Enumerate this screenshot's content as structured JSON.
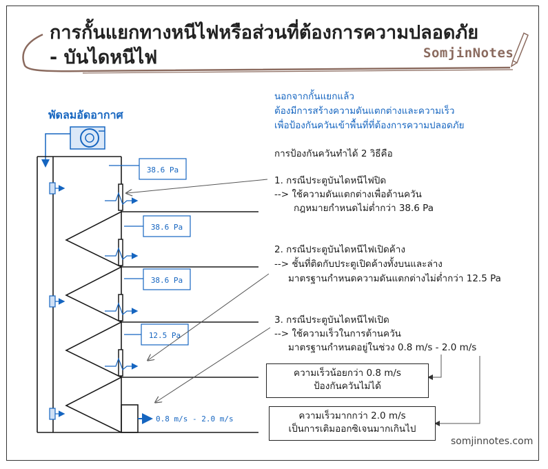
{
  "title": {
    "line1": "การกั้นแยกทางหนีไฟหรือส่วนที่ต้องการความปลอดภัย",
    "line2": "- บันไดหนีไฟ"
  },
  "brand": "SomjinNotes",
  "fan_label": "พัดลมอัดอากาศ",
  "note": {
    "line1": "นอกจากกั้นแยกแล้ว",
    "line2": "ต้องมีการสร้างความดันแตกต่างและความเร็ว",
    "line3": "เพื่อป้องกันควันเข้าพื้นที่ที่ต้องการความปลอดภัย"
  },
  "methods_heading": "การป้องกันควันทำได้ 2 วิธีคือ",
  "case1": {
    "title": "1. กรณีประตูบันไดหนีไฟปิด",
    "line1": "--> ใช้ความดันแตกต่างเพื่อต้านควัน",
    "line2": "กฎหมายกำหนดไม่ต่ำกว่า 38.6 Pa"
  },
  "case2": {
    "title": "2. กรณีประตูบันไดหนีไฟเปิดค้าง",
    "line1": "--> ชั้นที่ติดกับประตูเปิดค้างทั้งบนและล่าง",
    "line2": "มาตรฐานกำหนดความดันแตกต่างไม่ต่ำกว่า 12.5 Pa"
  },
  "case3": {
    "title": "3. กรณีประตูบันไดหนีไฟเปิด",
    "line1": "--> ใช้ความเร็วในการต้านควัน",
    "line2": "มาตรฐานกำหนดอยู่ในช่วง 0.8 m/s - 2.0 m/s"
  },
  "box_low": {
    "line1": "ความเร็วน้อยกว่า 0.8 m/s",
    "line2": "ป้องกันควันไม่ได้"
  },
  "box_high": {
    "line1": "ความเร็วมากกว่า 2.0 m/s",
    "line2": "เป็นการเติมออกซิเจนมากเกินไป"
  },
  "pressure_labels": [
    "38.6 Pa",
    "38.6 Pa",
    "38.6 Pa",
    "12.5 Pa"
  ],
  "velocity_label": "0.8 m/s - 2.0 m/s",
  "footer": "somjinnotes.com",
  "colors": {
    "accent": "#1565c0",
    "brand": "#8a6a5e",
    "line": "#1a1a1a"
  }
}
